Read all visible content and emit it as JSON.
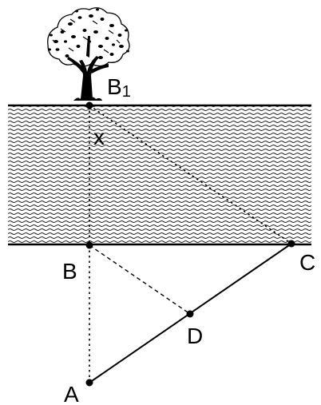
{
  "diagram": {
    "labels": {
      "b1_letter": "B",
      "b1_subscript": "1",
      "x": "x",
      "b": "B",
      "c": "C",
      "d": "D",
      "a": "A"
    },
    "colors": {
      "ink": "#000000",
      "background": "#ffffff"
    },
    "icons": [
      "tree-icon"
    ]
  }
}
